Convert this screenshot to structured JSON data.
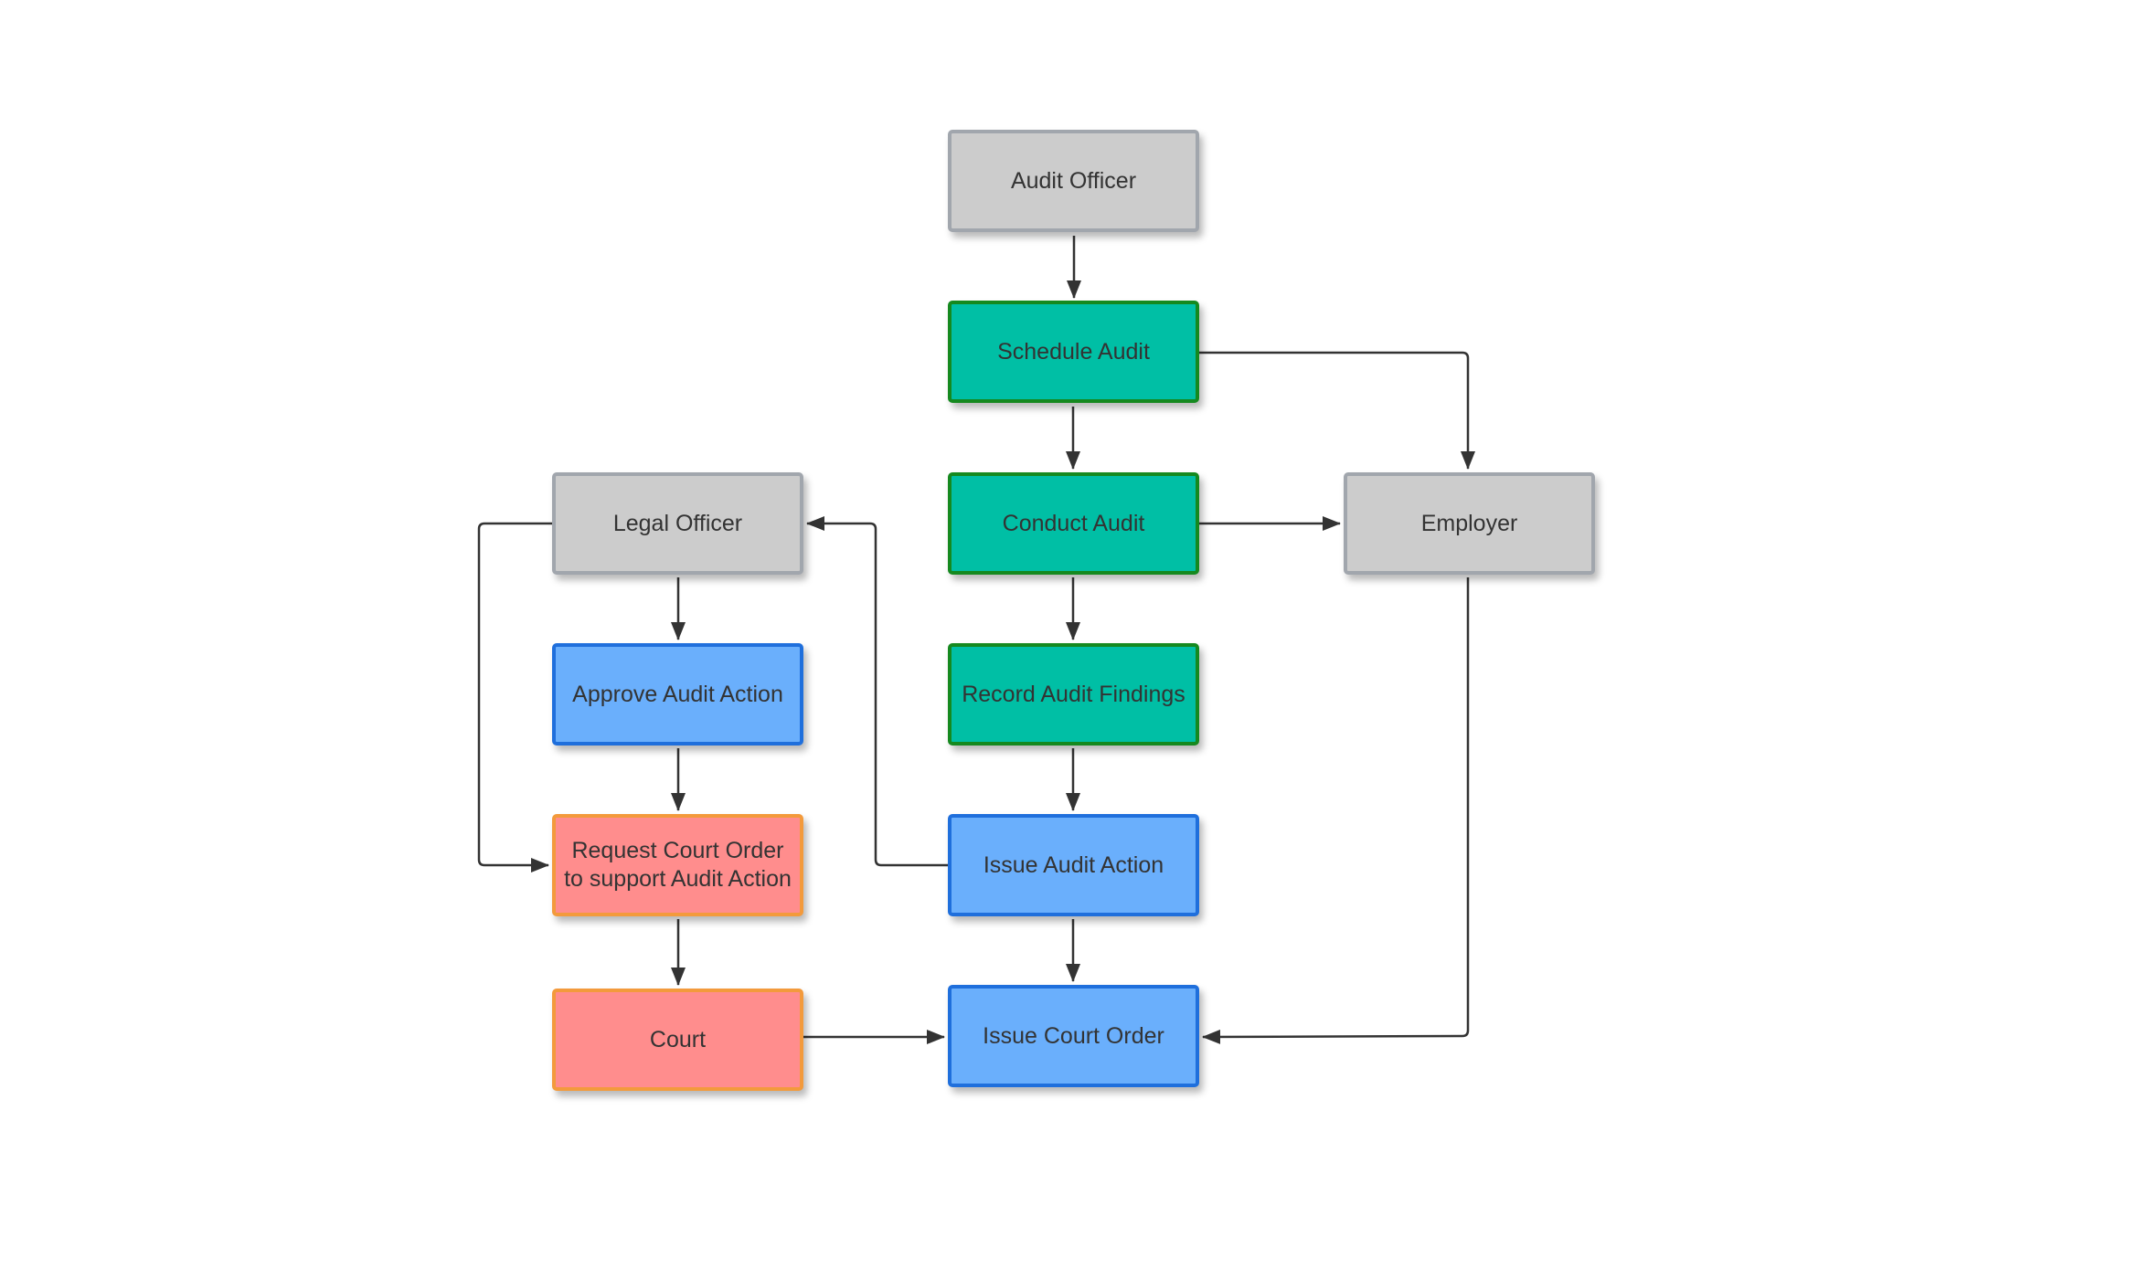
{
  "diagram": {
    "nodes": {
      "audit_officer": "Audit Officer",
      "schedule_audit": "Schedule Audit",
      "conduct_audit": "Conduct Audit",
      "record_audit_findings": "Record Audit Findings",
      "issue_audit_action": "Issue Audit Action",
      "issue_court_order": "Issue Court Order",
      "legal_officer": "Legal Officer",
      "approve_audit_action": "Approve Audit Action",
      "request_court_order": "Request Court Order to support Audit Action",
      "court": "Court",
      "employer": "Employer"
    },
    "node_colors": {
      "actor_fill": "#cccccc",
      "actor_border": "#a1a6ad",
      "audit_step_fill": "#00bfa5",
      "audit_step_border": "#15891f",
      "action_fill": "#6aaffc",
      "action_border": "#1f6fdc",
      "court_fill": "#ff8d8d",
      "court_border": "#f39a3c",
      "connector": "#333333"
    },
    "edges": [
      {
        "from": "audit_officer",
        "to": "schedule_audit"
      },
      {
        "from": "schedule_audit",
        "to": "conduct_audit"
      },
      {
        "from": "schedule_audit",
        "to": "employer"
      },
      {
        "from": "conduct_audit",
        "to": "employer"
      },
      {
        "from": "conduct_audit",
        "to": "record_audit_findings"
      },
      {
        "from": "record_audit_findings",
        "to": "issue_audit_action"
      },
      {
        "from": "issue_audit_action",
        "to": "legal_officer"
      },
      {
        "from": "issue_audit_action",
        "to": "issue_court_order"
      },
      {
        "from": "legal_officer",
        "to": "approve_audit_action"
      },
      {
        "from": "legal_officer",
        "to": "request_court_order"
      },
      {
        "from": "approve_audit_action",
        "to": "request_court_order"
      },
      {
        "from": "request_court_order",
        "to": "court"
      },
      {
        "from": "court",
        "to": "issue_court_order"
      },
      {
        "from": "employer",
        "to": "issue_court_order"
      }
    ]
  }
}
